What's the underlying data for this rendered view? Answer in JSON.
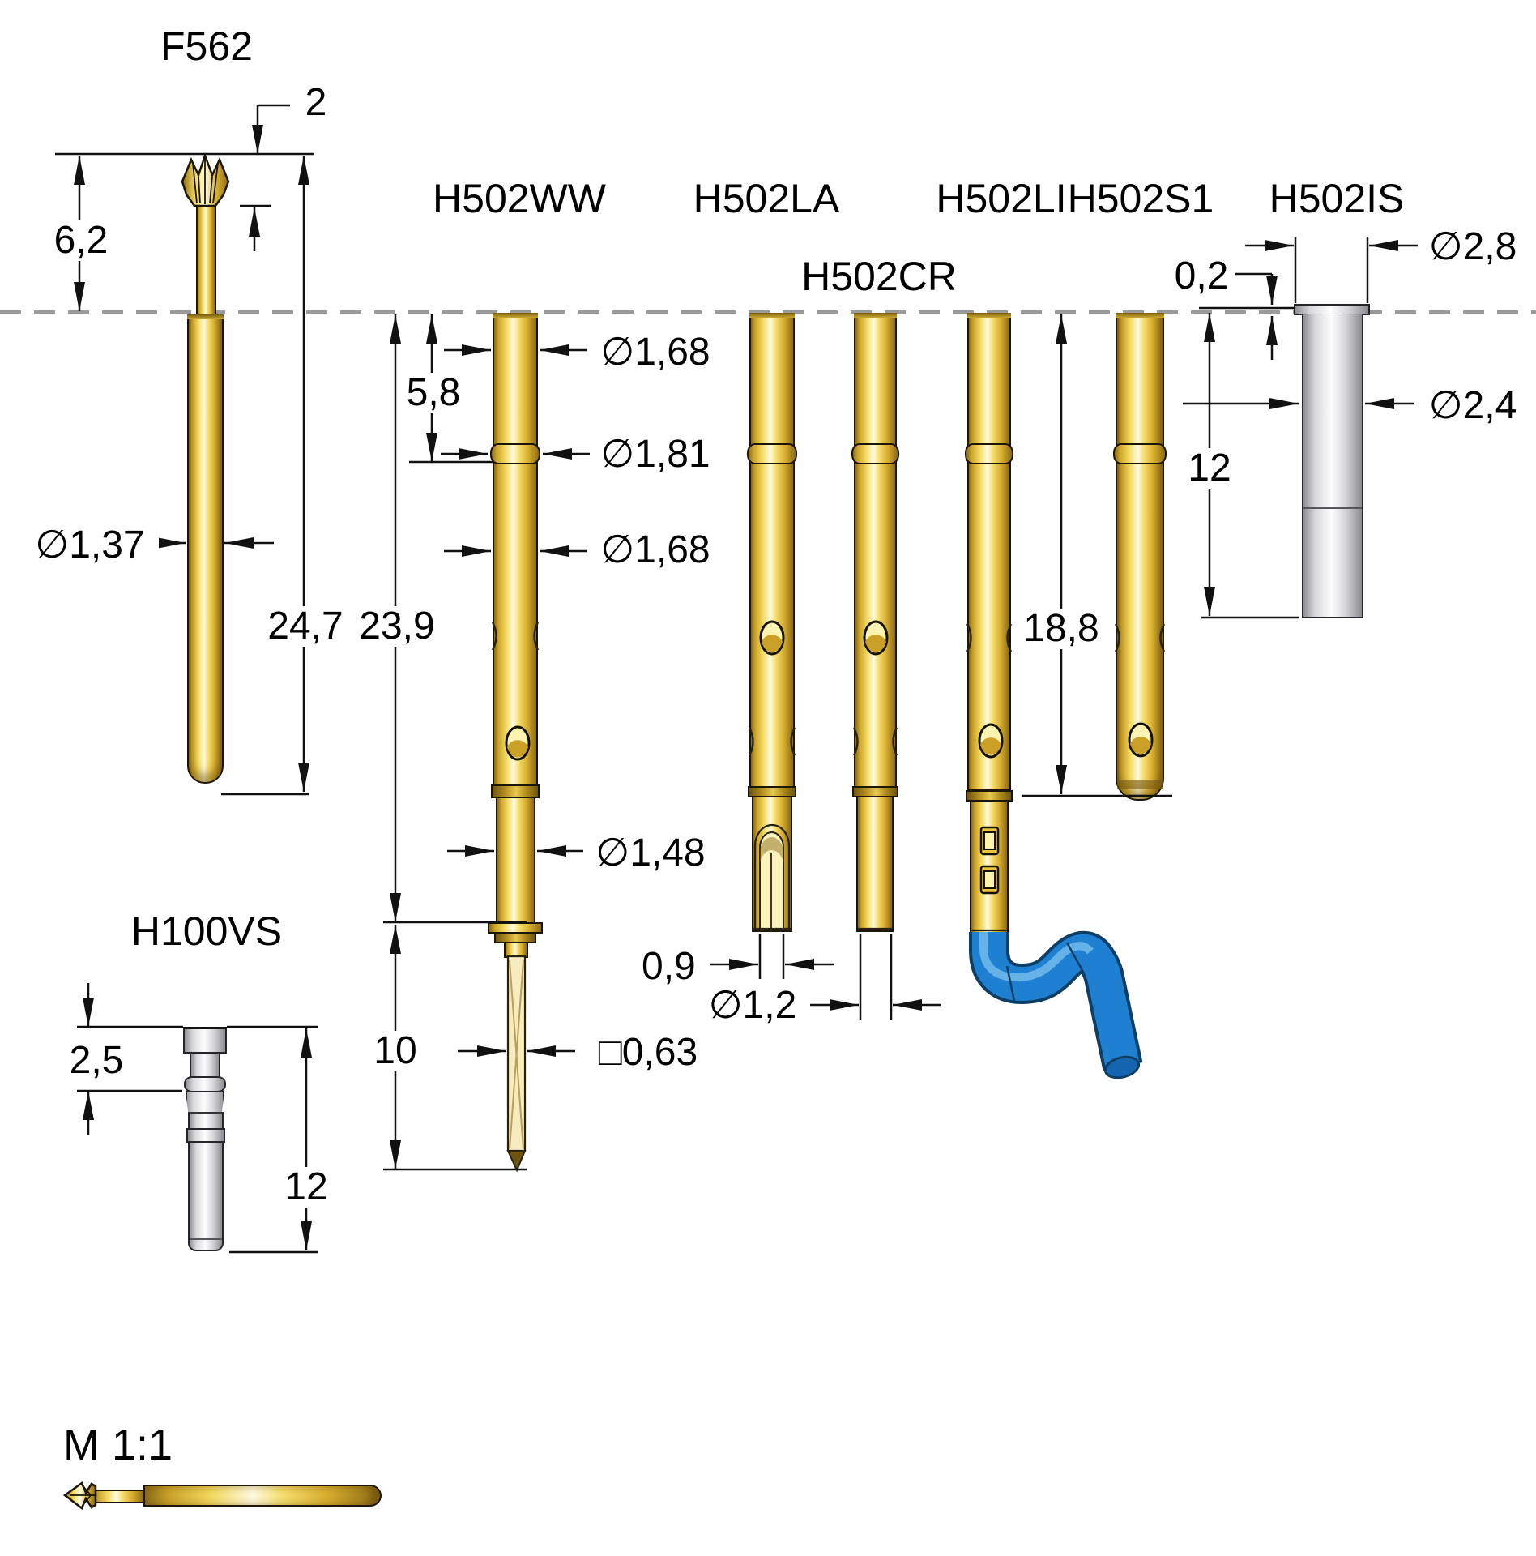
{
  "drawing": {
    "type": "spring test probe family technical drawing",
    "scale_note": "M 1:1"
  },
  "labels": {
    "f562": "F562",
    "h502ww": "H502WW",
    "h502la": "H502LA",
    "h502cr": "H502CR",
    "h502li": "H502LI",
    "h502s1": "H502S1",
    "h502is": "H502IS",
    "h100vs": "H100VS"
  },
  "dimensions": {
    "f562": {
      "tip_length": "2",
      "exposed_length": "6,2",
      "barrel_diameter": "∅1,37",
      "total_length": "24,7"
    },
    "h502ww": {
      "body_length": "23,9",
      "upper_length": "5,8",
      "dia_top": "∅1,68",
      "dia_collar": "∅1,81",
      "dia_body": "∅1,68",
      "dia_lower": "∅1,48",
      "plunger_length": "10",
      "plunger_square": "□0,63"
    },
    "h502la": {
      "slot_width": "0,9"
    },
    "h502cr": {
      "tip_diameter": "∅1,2"
    },
    "h502s1": {
      "body_length": "18,8"
    },
    "h502is": {
      "flange_height": "0,2",
      "flange_diameter": "∅2,8",
      "sleeve_diameter": "∅2,4",
      "sleeve_length": "12"
    },
    "h100vs": {
      "head_length": "2,5",
      "total_length": "12"
    }
  },
  "colors": {
    "gold": "#e9c53f",
    "gold_highlight": "#fffbe0",
    "gold_shadow": "#8a6a15",
    "steel": "#d9d9dc",
    "wire_blue": "#1f7fd0",
    "line_black": "#111111",
    "dash_gray": "#9a9a9a"
  }
}
